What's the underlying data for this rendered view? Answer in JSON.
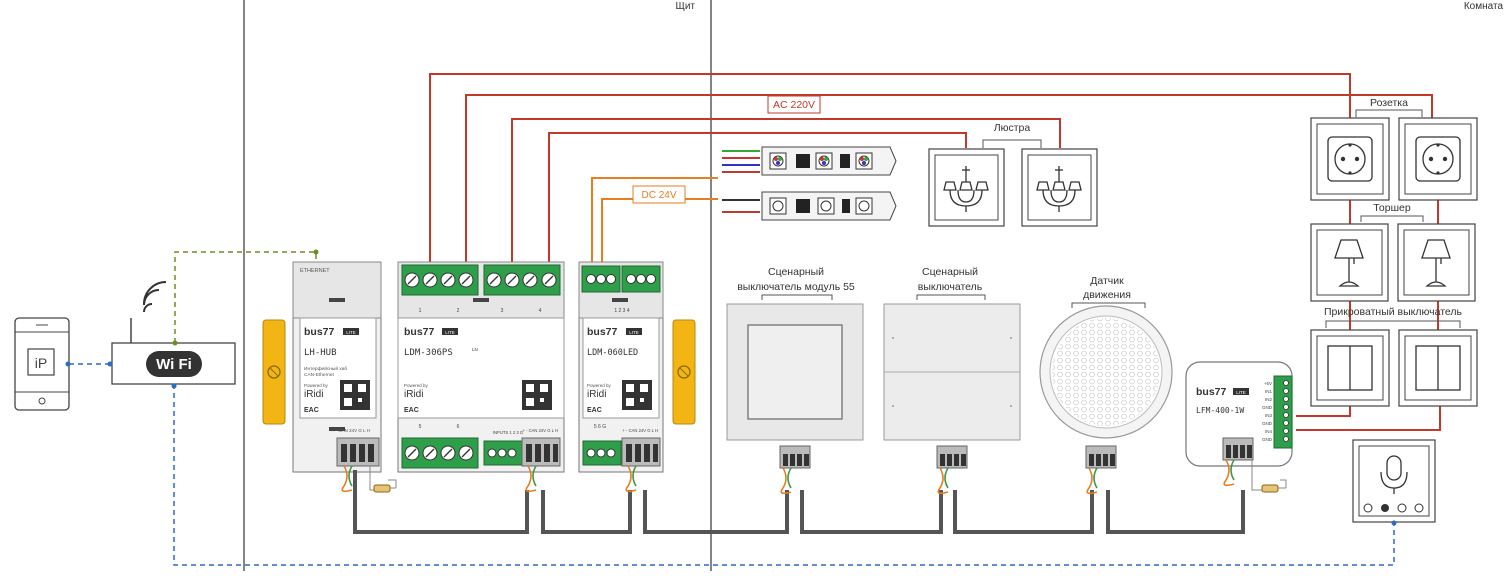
{
  "zones": {
    "shield": "Щит",
    "room": "Комната"
  },
  "labels": {
    "ac": "AC 220V",
    "dc": "DC 24V",
    "chandelier": "Люстра",
    "socket": "Розетка",
    "floor_lamp": "Торшер",
    "bedside": "Прикроватный выключатель",
    "scene55_l1": "Сценарный",
    "scene55_l2": "выключатель модуль 55",
    "scene_l1": "Сценарный",
    "scene_l2": "выключатель",
    "motion_l1": "Датчик",
    "motion_l2": "движения",
    "ethernet": "ETHERNET"
  },
  "devices": {
    "hub": {
      "brand": "bus77",
      "badge": "LITE",
      "model": "LH-HUB",
      "desc1": "Интерфейсный хаб",
      "desc2": "CAN-Ethernet",
      "powered": "Powered by",
      "vendor": "iRidi",
      "eac": "EAC",
      "pins": "+ - CAN 24V G L H"
    },
    "relay": {
      "brand": "bus77",
      "badge": "LITE",
      "model": "LDM-306PS",
      "model_sup": "LN",
      "powered": "Powered by",
      "vendor": "iRidi",
      "eac": "EAC",
      "inputs": "INPUTS 1 2 3 G",
      "pins": "+ - CAN 24V G L H",
      "ch1": "1",
      "ch2": "2",
      "ch3": "3",
      "ch4": "4",
      "ch5": "5",
      "ch6": "6"
    },
    "led": {
      "brand": "bus77",
      "badge": "LITE",
      "model": "LDM-060LED",
      "powered": "Powered by",
      "vendor": "iRidi",
      "eac": "EAC",
      "outs": "1 2 3 4",
      "ins": "5 6 G",
      "pins": "+ - CAN 24V G L H"
    },
    "lfm": {
      "brand": "bus77",
      "badge": "LITE",
      "model": "LFM-400-1W",
      "pins": [
        "+5V",
        "IN1",
        "IN2",
        "GND",
        "IN3",
        "GND",
        "IN4",
        "GND"
      ]
    },
    "wifi": {
      "text": "Wi Fi"
    },
    "phone": {
      "app": "iP"
    }
  },
  "colors": {
    "ac": "#c0392b",
    "dc": "#e67e22",
    "data": "#2b6cc4",
    "ethernet": "#6b8e23",
    "bus": "#555555",
    "din": "#f3b514"
  },
  "icons": [
    "smartphone-icon",
    "wifi-router-icon",
    "chandelier-icon",
    "socket-icon",
    "floor-lamp-icon",
    "double-switch-icon",
    "microphone-icon",
    "led-strip-icon",
    "motion-sensor-icon"
  ]
}
